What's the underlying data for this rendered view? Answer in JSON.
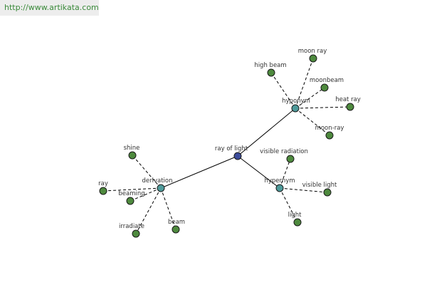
{
  "source_url": "http://www.artikata.com",
  "colors": {
    "root_node": "#3b4b9a",
    "relation_node": "#4e9a9a",
    "leaf_node": "#4e8a3e",
    "node_stroke": "#1a1a1a",
    "url_text": "#3a8a3a"
  },
  "root": {
    "id": "ray-of-light",
    "label": "ray of light"
  },
  "relations": [
    {
      "id": "hyponym",
      "label": "hyponym"
    },
    {
      "id": "hypernym",
      "label": "hypernym"
    },
    {
      "id": "derivation",
      "label": "derivation"
    }
  ],
  "leaves": [
    {
      "id": "high-beam",
      "label": "high beam",
      "parent": "hyponym"
    },
    {
      "id": "moon-ray",
      "label": "moon ray",
      "parent": "hyponym"
    },
    {
      "id": "moonbeam",
      "label": "moonbeam",
      "parent": "hyponym"
    },
    {
      "id": "heat-ray",
      "label": "heat ray",
      "parent": "hyponym"
    },
    {
      "id": "moon-ray-hyphen",
      "label": "moon-ray",
      "parent": "hyponym"
    },
    {
      "id": "visible-radiation",
      "label": "visible radiation",
      "parent": "hypernym"
    },
    {
      "id": "visible-light",
      "label": "visible light",
      "parent": "hypernym"
    },
    {
      "id": "light",
      "label": "light",
      "parent": "hypernym"
    },
    {
      "id": "shine",
      "label": "shine",
      "parent": "derivation"
    },
    {
      "id": "ray",
      "label": "ray",
      "parent": "derivation"
    },
    {
      "id": "beaming",
      "label": "beaming",
      "parent": "derivation"
    },
    {
      "id": "irradiate",
      "label": "irradiate",
      "parent": "derivation"
    },
    {
      "id": "beam",
      "label": "beam",
      "parent": "derivation"
    }
  ]
}
